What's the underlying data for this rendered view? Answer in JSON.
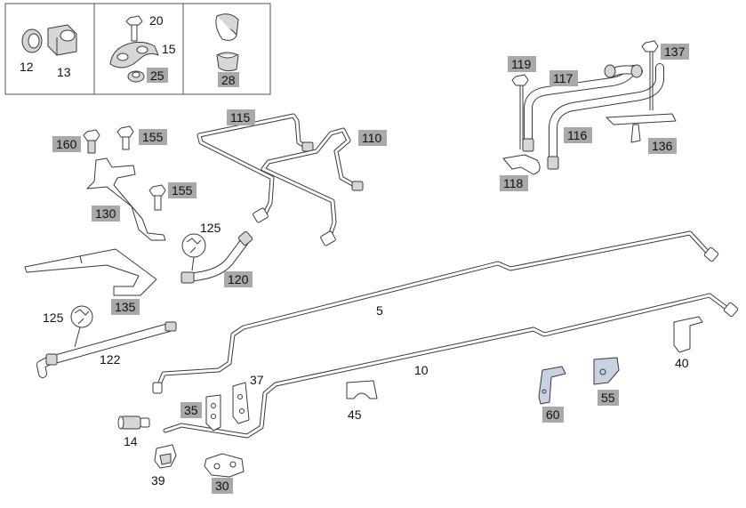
{
  "callouts": {
    "c12": "12",
    "c13": "13",
    "c20": "20",
    "c15": "15",
    "c25": "25",
    "c28": "28",
    "c119": "119",
    "c117": "117",
    "c137": "137",
    "c116": "116",
    "c136": "136",
    "c118": "118",
    "c115": "115",
    "c110": "110",
    "c160": "160",
    "c155a": "155",
    "c155b": "155",
    "c130": "130",
    "c125a": "125",
    "c120": "120",
    "c135": "135",
    "c125b": "125",
    "c122": "122",
    "c5": "5",
    "c10": "10",
    "c37": "37",
    "c35": "35",
    "c45": "45",
    "c40": "40",
    "c60": "60",
    "c55": "55",
    "c14": "14",
    "c39": "39",
    "c30": "30"
  },
  "colors": {
    "highlight_label": "#a9a9a9",
    "line": "#3a3a3a",
    "accent_part": "#c9d2e3"
  },
  "icons": [
    "wrench-icon"
  ]
}
